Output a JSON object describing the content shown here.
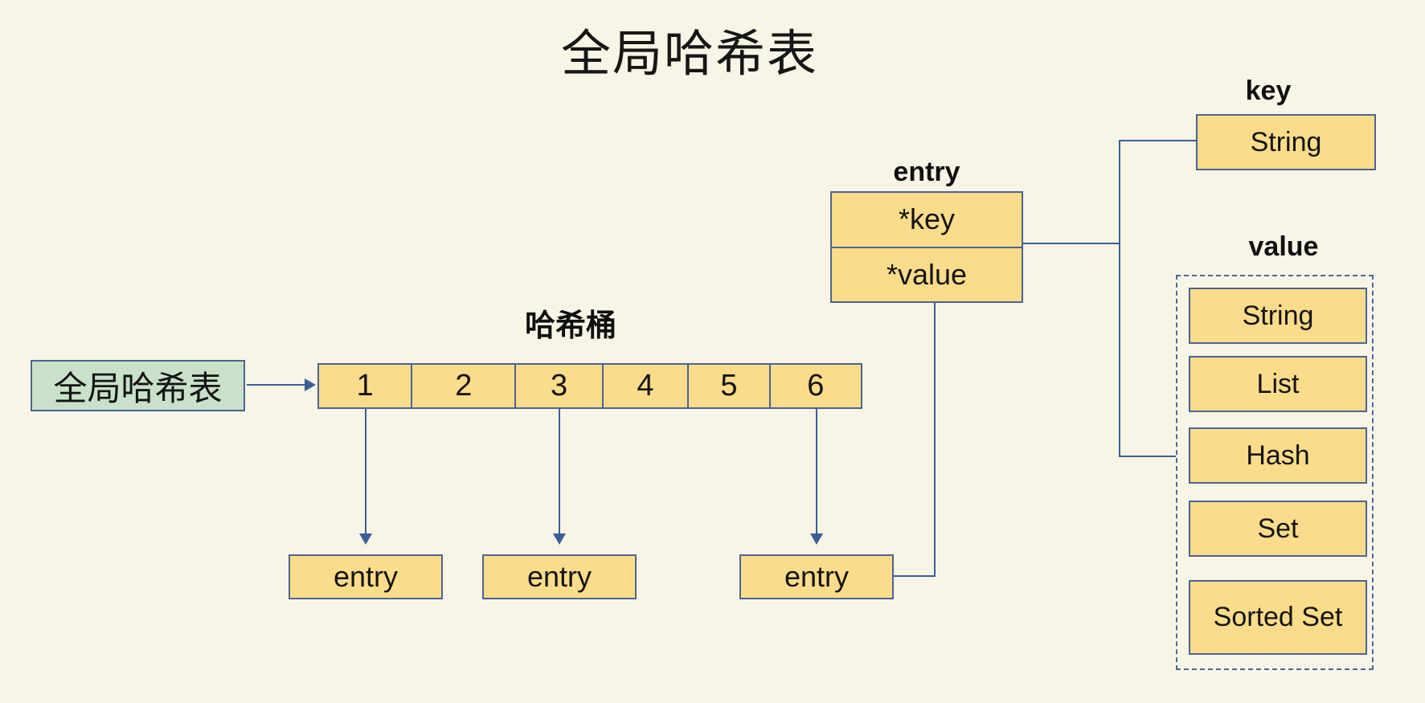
{
  "title": "全局哈希表",
  "colors": {
    "background": "#f8f5e6",
    "box_fill": "#fbdc8a",
    "box_border": "#4a6591",
    "green_fill": "#c9e0c9",
    "line": "#3a5f96",
    "dashed_border": "#4a6899",
    "text": "#141414"
  },
  "global_table": {
    "label": "全局哈希表"
  },
  "buckets": {
    "label": "哈希桶",
    "cells": [
      "1",
      "2",
      "3",
      "4",
      "5",
      "6"
    ]
  },
  "entries": {
    "items": [
      "entry",
      "entry",
      "entry"
    ]
  },
  "entry_struct": {
    "label": "entry",
    "fields": [
      "*key",
      "*value"
    ]
  },
  "key_section": {
    "label": "key",
    "type": "String"
  },
  "value_section": {
    "label": "value",
    "types": [
      "String",
      "List",
      "Hash",
      "Set",
      "Sorted Set"
    ]
  }
}
